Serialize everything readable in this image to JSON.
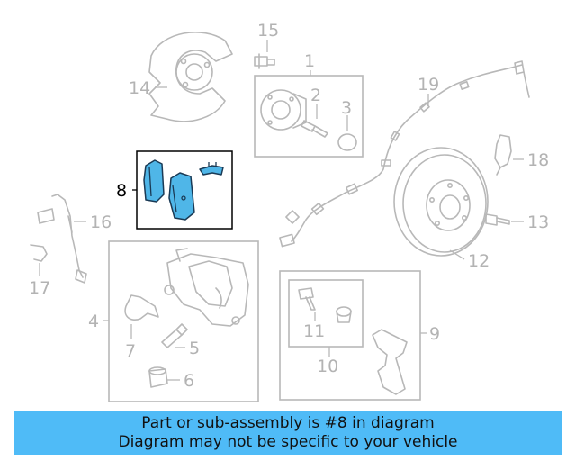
{
  "diagram": {
    "highlighted_part": "8",
    "highlight_color": "#4fb6e8",
    "callouts": [
      {
        "id": "c1",
        "label": "1"
      },
      {
        "id": "c2",
        "label": "2"
      },
      {
        "id": "c3",
        "label": "3"
      },
      {
        "id": "c4",
        "label": "4"
      },
      {
        "id": "c5",
        "label": "5"
      },
      {
        "id": "c6",
        "label": "6"
      },
      {
        "id": "c7",
        "label": "7"
      },
      {
        "id": "c8",
        "label": "8"
      },
      {
        "id": "c9",
        "label": "9"
      },
      {
        "id": "c10",
        "label": "10"
      },
      {
        "id": "c11",
        "label": "11"
      },
      {
        "id": "c12",
        "label": "12"
      },
      {
        "id": "c13",
        "label": "13"
      },
      {
        "id": "c14",
        "label": "14"
      },
      {
        "id": "c15",
        "label": "15"
      },
      {
        "id": "c16",
        "label": "16"
      },
      {
        "id": "c17",
        "label": "17"
      },
      {
        "id": "c18",
        "label": "18"
      },
      {
        "id": "c19",
        "label": "19"
      }
    ]
  },
  "banner": {
    "line1": "Part or sub-assembly is #8 in diagram",
    "line2": "Diagram may not be specific to your vehicle",
    "color": "#4fbbf7"
  }
}
